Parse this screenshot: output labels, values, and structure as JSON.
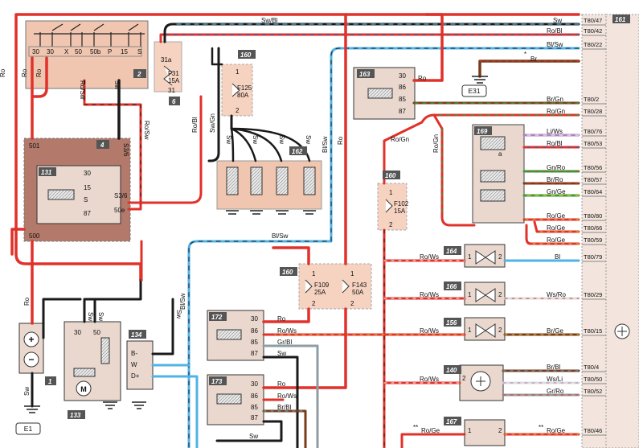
{
  "colors": {
    "red": "#e0312a",
    "black": "#1a1a1a",
    "blue": "#4fb3e6",
    "green": "#3a9a3a",
    "brown": "#7a3b1a",
    "yellow": "#e8c820",
    "grey": "#999999",
    "lilac": "#b080c0",
    "pink": "#f3c8b5",
    "module": "#b07860",
    "orange": "#f08030"
  },
  "components": {
    "c1": "1",
    "c2": "2",
    "c4": "4",
    "c6": "6",
    "c131": "131",
    "c133": "133",
    "c134": "134",
    "c140": "140",
    "c156": "156",
    "c160a": "160",
    "c160b": "160",
    "c160c": "160",
    "c161": "161",
    "c162": "162",
    "c163": "163",
    "c164": "164",
    "c166": "166",
    "c167": "167",
    "c169": "169",
    "c172": "172",
    "c173": "173"
  },
  "grounds": {
    "e1": "E1",
    "e31": "E31"
  },
  "switch_pins": [
    "30",
    "30",
    "X",
    "50",
    "50b",
    "P",
    "15",
    "S"
  ],
  "fuses": {
    "f31": "F31",
    "f31_amp": "15A",
    "f31_in": "31a",
    "f31_out": "31",
    "f125": "F125",
    "f125_amp": "80A",
    "f102": "F102",
    "f102_amp": "15A",
    "f109": "F109",
    "f109_amp": "25A",
    "f143": "F143",
    "f143_amp": "50A"
  },
  "pins": {
    "p1": "1",
    "p2": "2",
    "s501": "501",
    "s500": "500",
    "s50e": "50e",
    "s536": "S3/6",
    "s536b": "S3/6",
    "r30": "30",
    "r15": "15",
    "rS": "S",
    "r87": "87",
    "r86": "86",
    "r85": "85",
    "a": "a",
    "b_minus": "B-",
    "w": "W",
    "d_plus": "D+",
    "r50": "50",
    "star": "*",
    "dstar": "**"
  },
  "connector_pins": [
    "T80/47",
    "T80/42",
    "T80/22",
    "T80/2",
    "T80/28",
    "T80/76",
    "T80/53",
    "T80/56",
    "T80/57",
    "T80/64",
    "T80/80",
    "T80/66",
    "T80/59",
    "T80/79",
    "T80/29",
    "T80/15",
    "T80/4",
    "T80/50",
    "T80/52",
    "T80/46"
  ],
  "wire_labels": {
    "sw_bl": "Sw/Bl",
    "sw": "Sw",
    "ro_bl": "Ro/Bl",
    "bl_sw": "Bl/Sw",
    "br": "Br",
    "ro": "Ro",
    "ro_sw": "Ro/Sw",
    "sw_gn": "Sw/Gn",
    "br_gn": "Br/Gn",
    "ro_gn": "Ro/Gn",
    "li_ws": "Li/Ws",
    "gn_ro": "Gn/Ro",
    "br_ro": "Br/Ro",
    "gn_ge": "Gn/Ge",
    "ro_ge": "Ro/Ge",
    "ro_ws": "Ro/Ws",
    "bl": "Bl",
    "ws_ro": "Ws/Ro",
    "br_ge": "Br/Ge",
    "br_bl": "Br/Bl",
    "ws_li": "Ws/Li",
    "gr_ro": "Gr/Ro",
    "gr_bl": "Gr/Bl",
    "ro_ge2": "Ro/Ge"
  }
}
